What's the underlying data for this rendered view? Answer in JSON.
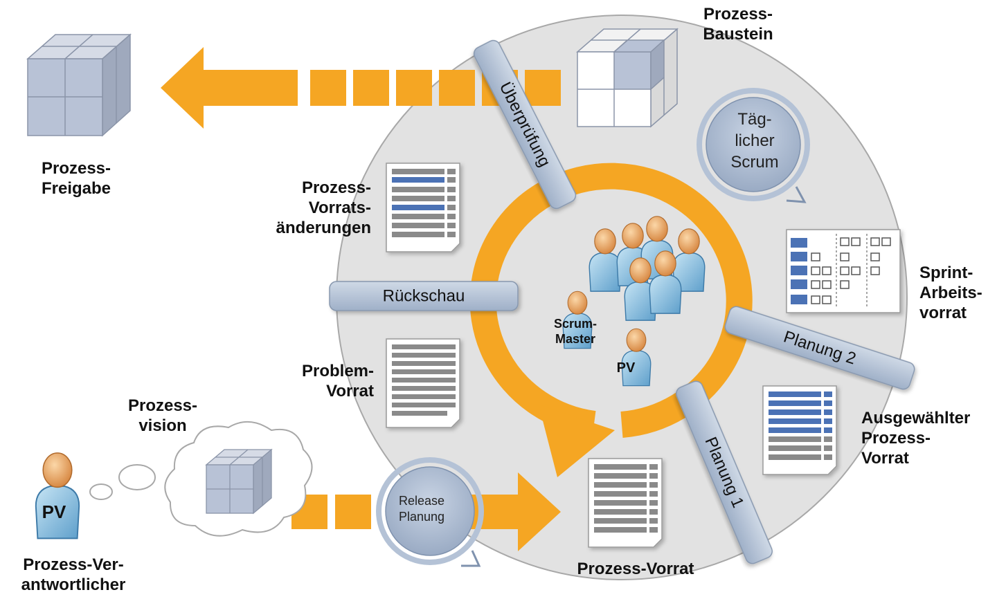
{
  "labels": {
    "process_release": [
      "Prozess-",
      "Freigabe"
    ],
    "process_building_block": [
      "Prozess-",
      "Baustein"
    ],
    "backlog_changes": [
      "Prozess-",
      "Vorrats-",
      "änderungen"
    ],
    "problem_backlog": [
      "Problem-",
      "Vorrat"
    ],
    "process_vision": [
      "Prozess-",
      "vision"
    ],
    "process_owner": [
      "Prozess-Ver-",
      "antwortlicher"
    ],
    "sprint_backlog": [
      "Sprint-",
      "Arbeits-",
      "vorrat"
    ],
    "selected_backlog": [
      "Ausgewählter",
      "Prozess-",
      "Vorrat"
    ],
    "process_backlog": "Prozess-Vorrat"
  },
  "bars": {
    "review": "Überprüfung",
    "retrospective": "Rückschau",
    "planning1": "Planung 1",
    "planning2": "Planung 2"
  },
  "cycles": {
    "daily_scrum": [
      "Täg-",
      "licher",
      "Scrum"
    ],
    "release_planning": [
      "Release",
      "Planung"
    ]
  },
  "roles": {
    "scrum_master": [
      "Scrum-",
      "Master"
    ],
    "po_inner": "PV",
    "po_outer": "PV"
  },
  "colors": {
    "arrow_orange": "#f5a623",
    "circle_fill": "#e4e4e4",
    "bar_fill": "#b9c6d8",
    "person_body": "#8fc3e2",
    "person_head": "#e8a364",
    "doc_blue": "#4b72b5",
    "doc_gray": "#8a8a8a",
    "cube_fill": "#b8c2d6"
  }
}
